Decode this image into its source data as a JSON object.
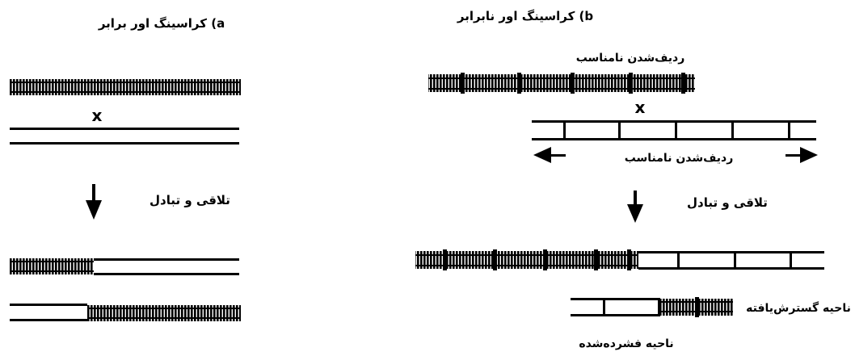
{
  "panel_a": {
    "title": "a) کراسینگ اور برابر",
    "crossover_mark": "x",
    "exchange_label": "تلاقی و تبادل"
  },
  "panel_b": {
    "title": "b) کراسینگ اور نابرابر",
    "misalignment_label_top": "ردیف‌شدن نامناسب",
    "crossover_mark": "x",
    "misalignment_label_mid": "ردیف‌شدن نامناسب",
    "exchange_label": "تلاقی و تبادل",
    "expanded_region_label": "ناحیه گسترش‌یافته",
    "compressed_region_label": "ناحیه فشرده‌شده"
  }
}
